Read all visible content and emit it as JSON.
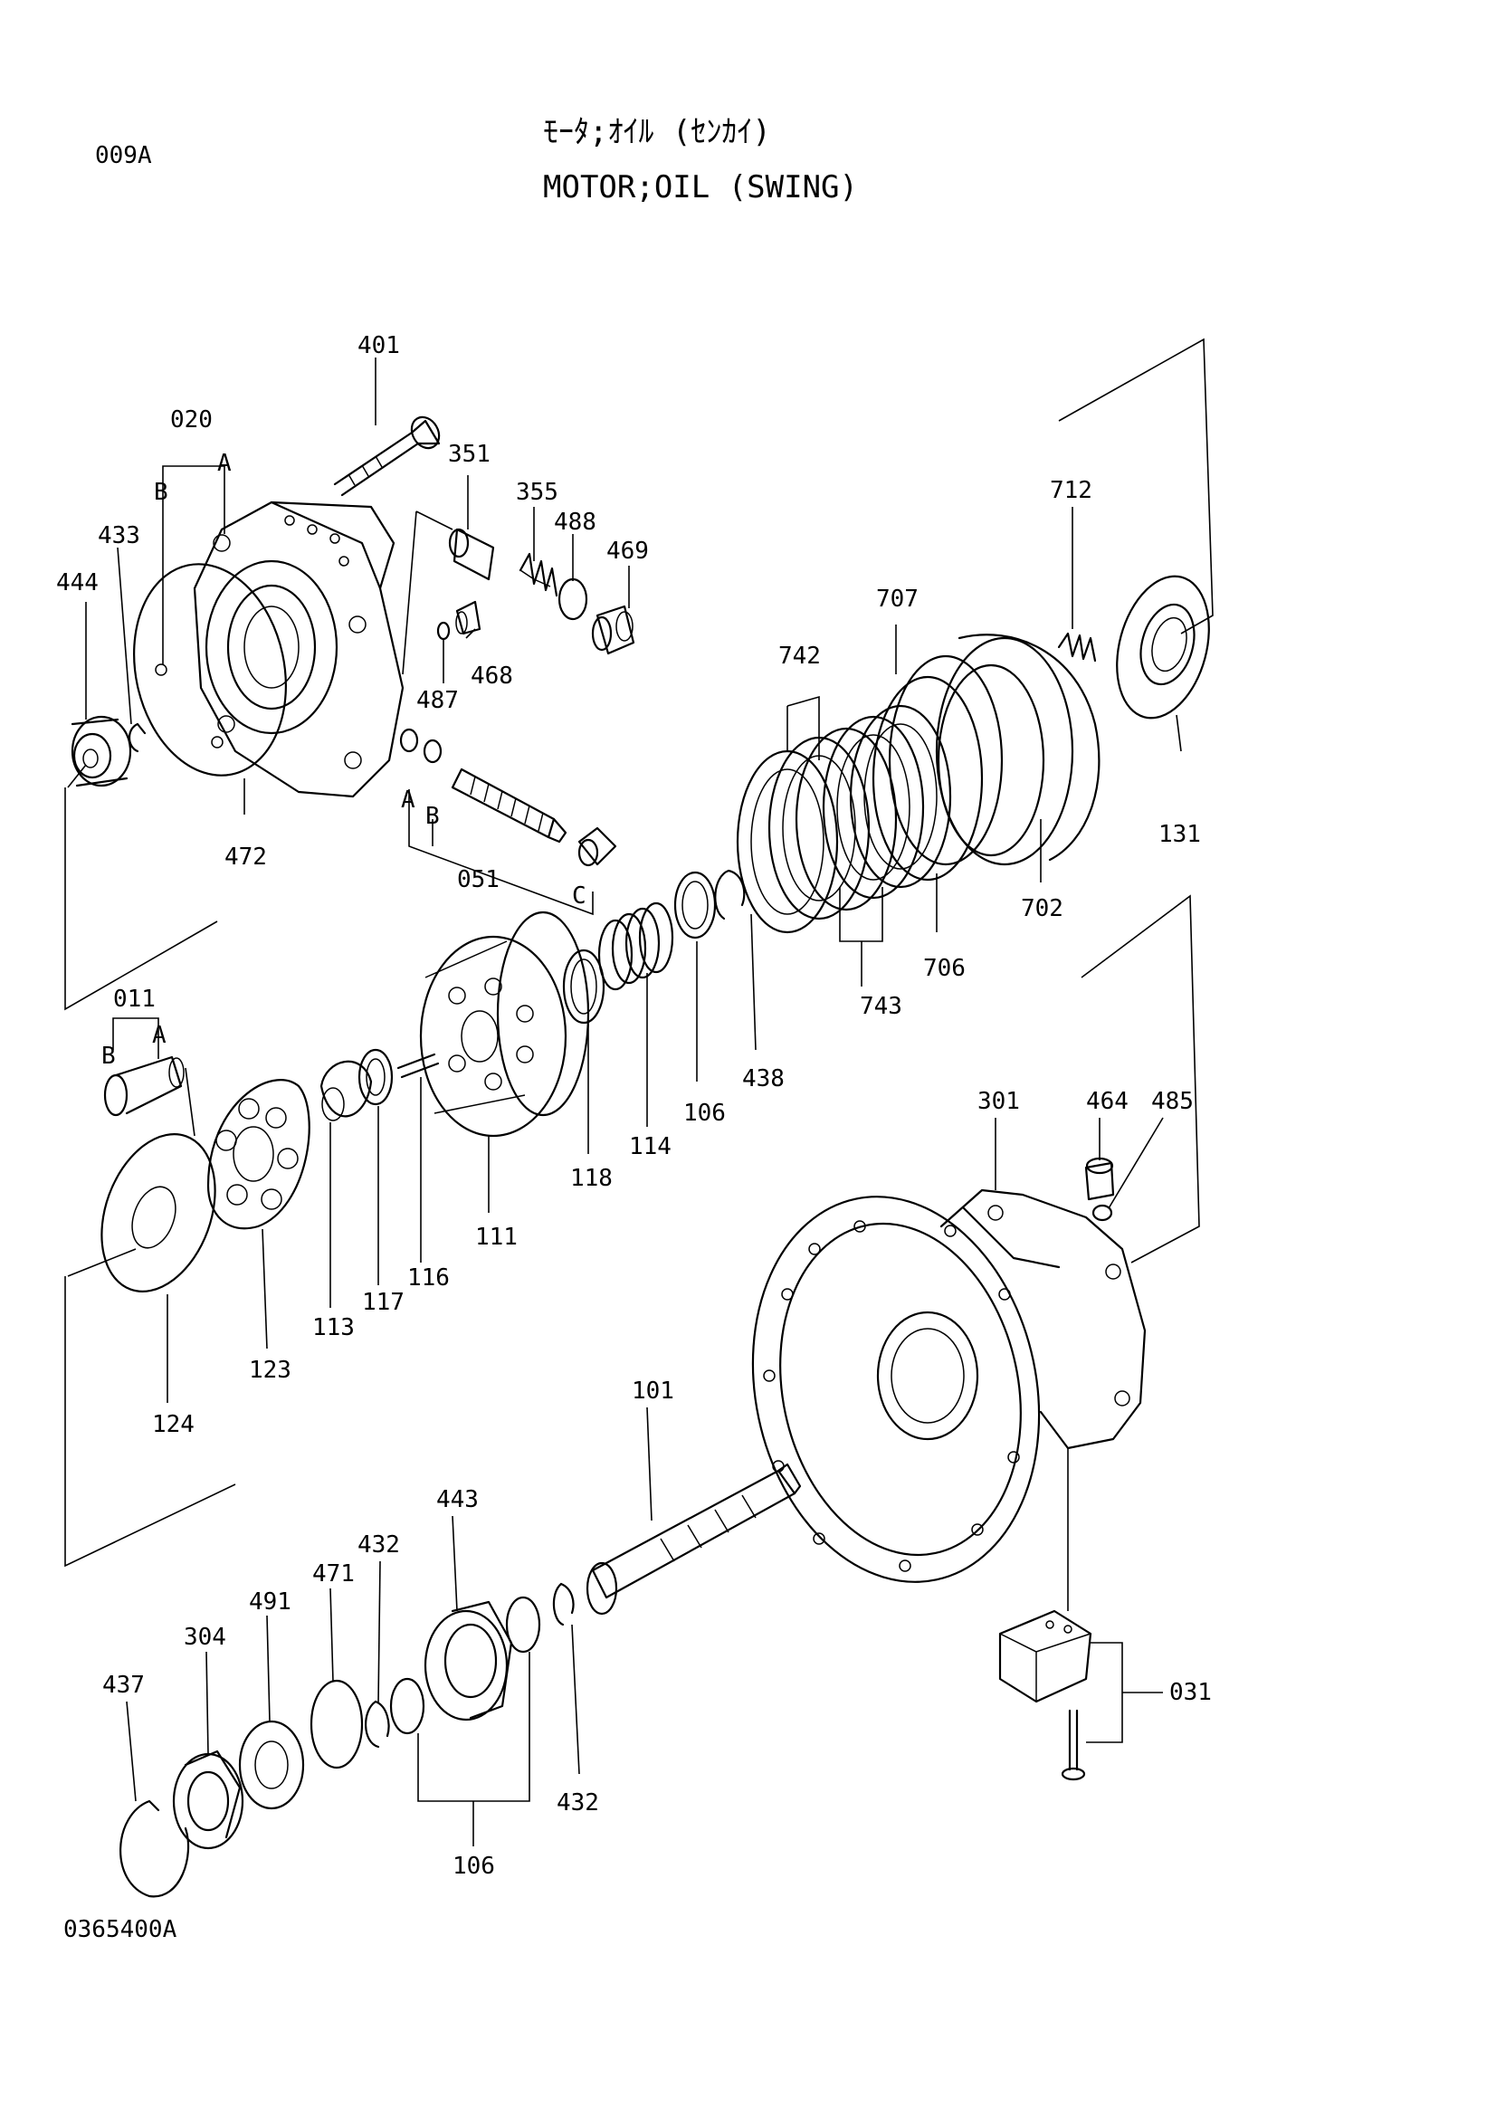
{
  "page": {
    "code": "009A",
    "title_jp": "ﾓｰﾀ;ｵｲﾙ (ｾﾝｶｲ)",
    "title_en": "MOTOR;OIL (SWING)",
    "figure_no": "0365400A"
  },
  "labels": {
    "p401": "401",
    "p020": "020",
    "p020_b": "B",
    "p020_a": "A",
    "p351": "351",
    "p355": "355",
    "p488": "488",
    "p469": "469",
    "p433": "433",
    "p444": "444",
    "p468": "468",
    "p487": "487",
    "p712": "712",
    "p707": "707",
    "p742": "742",
    "p472": "472",
    "p051_a": "A",
    "p051_b": "B",
    "p051": "051",
    "p051_c": "C",
    "p131": "131",
    "p702": "702",
    "p706": "706",
    "p743": "743",
    "p011": "011",
    "p011_b": "B",
    "p011_a": "A",
    "p438": "438",
    "p106a": "106",
    "p114": "114",
    "p118": "118",
    "p111": "111",
    "p116": "116",
    "p117": "117",
    "p113": "113",
    "p123": "123",
    "p124": "124",
    "p301": "301",
    "p464": "464",
    "p485": "485",
    "p101": "101",
    "p443": "443",
    "p432a": "432",
    "p471": "471",
    "p491": "491",
    "p304": "304",
    "p437": "437",
    "p432b": "432",
    "p106b": "106",
    "p031": "031"
  }
}
